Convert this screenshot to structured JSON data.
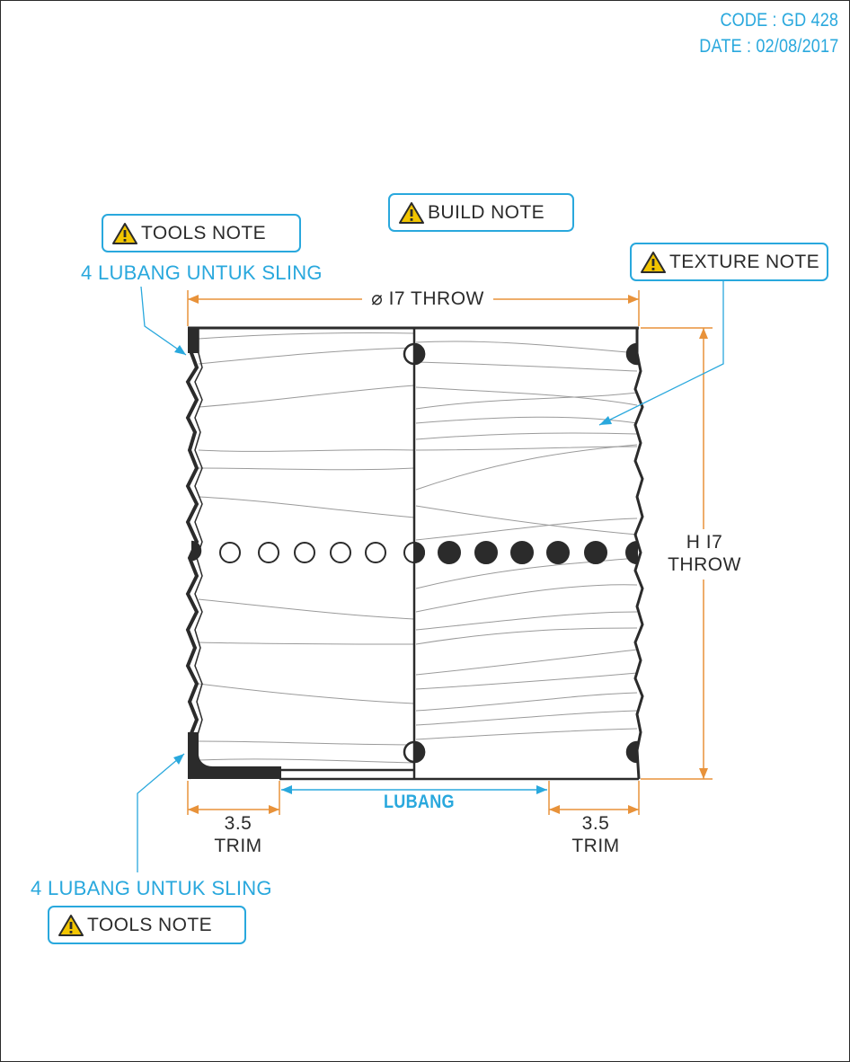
{
  "meta": {
    "code": "CODE : GD 428",
    "date": "DATE : 02/08/2017"
  },
  "notes": {
    "build": "BUILD NOTE",
    "tools_top": "TOOLS NOTE",
    "texture": "TEXTURE NOTE",
    "tools_bottom": "TOOLS NOTE"
  },
  "callouts": {
    "sling_top": "4 LUBANG UNTUK SLING",
    "sling_bottom": "4 LUBANG UNTUK SLING"
  },
  "dimensions": {
    "diameter": "⌀ I7 THROW",
    "height_line1": "H I7",
    "height_line2": "THROW",
    "trim_left_value": "3.5",
    "trim_left_label": "TRIM",
    "trim_right_value": "3.5",
    "trim_right_label": "TRIM",
    "lubang": "LUBANG"
  },
  "colors": {
    "accent_blue": "#29a8dd",
    "dimension_orange": "#e8923a",
    "line_dark": "#2b2b2b",
    "warning_yellow": "#f2c500"
  }
}
